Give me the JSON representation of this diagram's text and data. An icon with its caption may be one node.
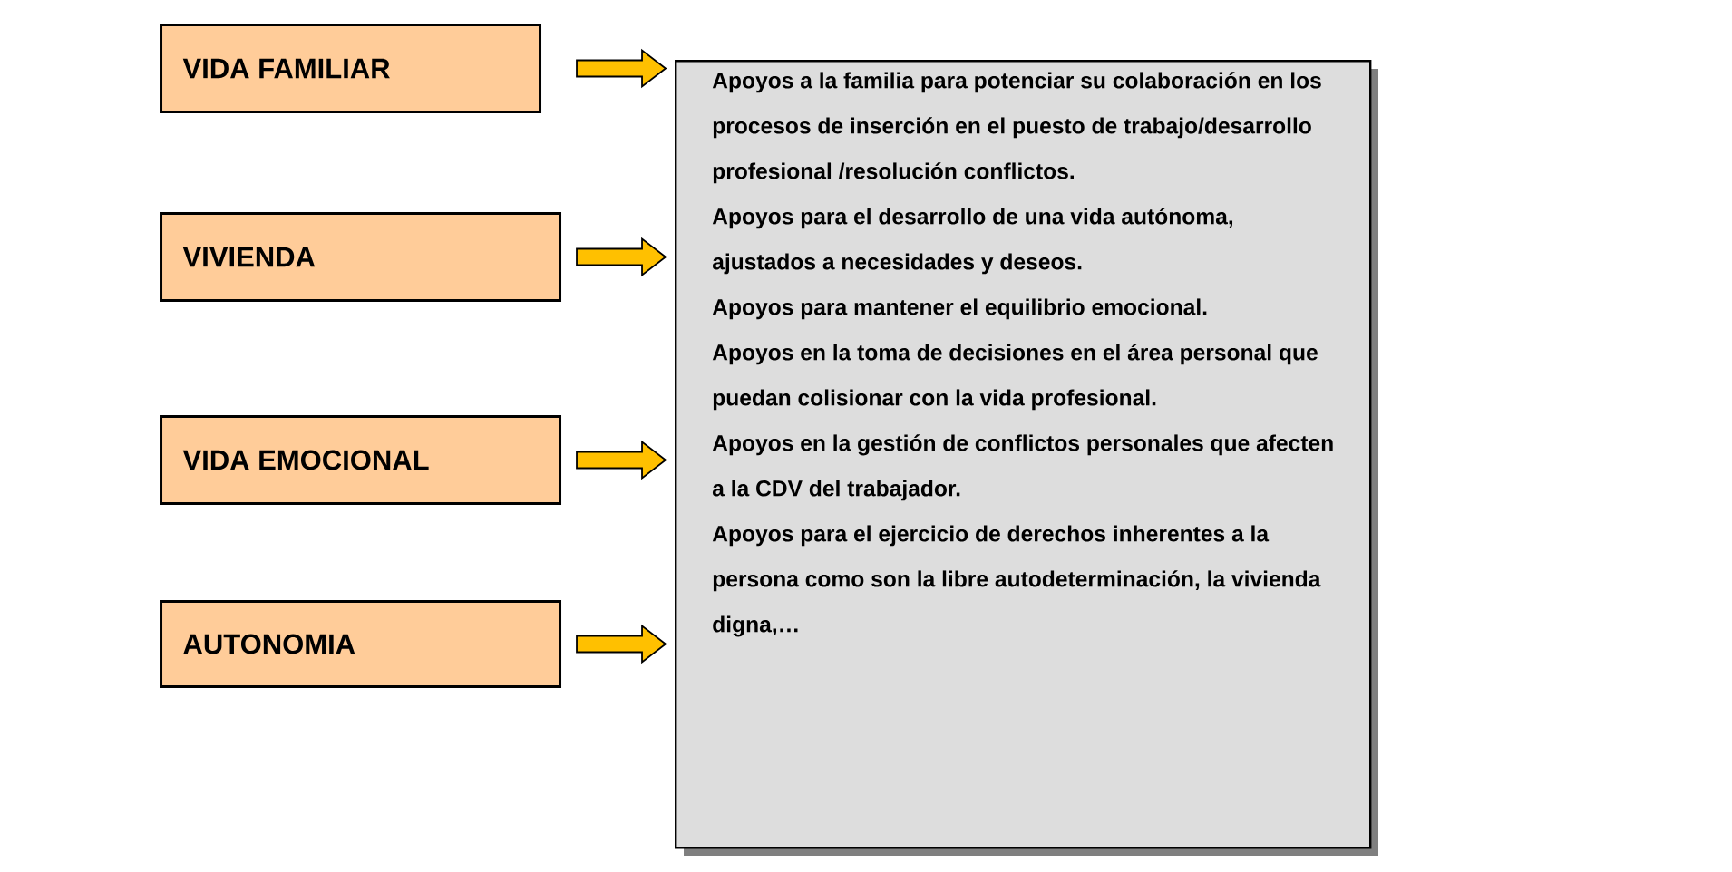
{
  "diagram": {
    "nodes": [
      {
        "text": [
          "VIDA FAMILIAR"
        ]
      },
      {
        "text": [
          "VIVIENDA"
        ]
      },
      {
        "text": [
          "VIDA EMOCIONAL"
        ]
      },
      {
        "text": [
          "AUTONOMIA"
        ]
      },
      {
        "text": [
          "Apoyos a la familia para potenciar su colaboración en los procesos de inserción en el puesto de trabajo/desarrollo profesional /resolución conflictos.",
          "Apoyos para el desarrollo de una vida autónoma, ajustados a necesidades y deseos.",
          "Apoyos para mantener el equilibrio emocional.",
          "Apoyos en la toma de decisiones en el área personal que puedan colisionar con la vida profesional.",
          "Apoyos en la gestión de conflictos personales que afecten a la CDV del trabajador.",
          "Apoyos para el ejercicio de derechos inherentes a la persona como son la libre autodeterminación, la vivienda digna,…"
        ]
      }
    ],
    "edges": [
      {
        "from": 0,
        "to": 4,
        "arrow": "to"
      },
      {
        "from": 1,
        "to": 4,
        "arrow": "to"
      },
      {
        "from": 2,
        "to": 4,
        "arrow": "to"
      },
      {
        "from": 3,
        "to": 4,
        "arrow": "to"
      }
    ]
  }
}
